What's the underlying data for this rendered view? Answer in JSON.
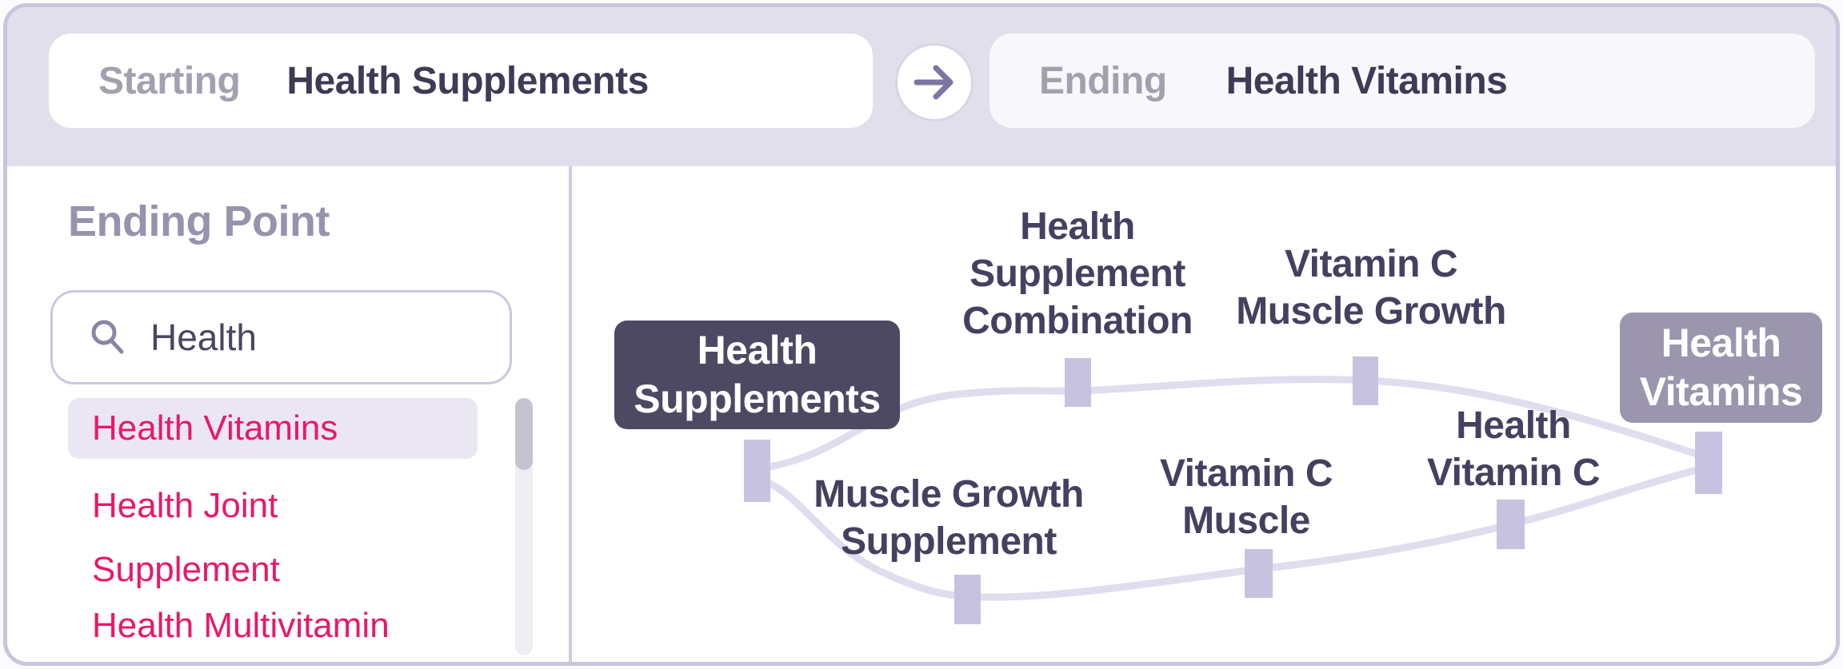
{
  "header": {
    "starting_label": "Starting",
    "starting_value": "Health Supplements",
    "ending_label": "Ending",
    "ending_value": "Health Vitamins",
    "swap_icon": "arrow-right-icon"
  },
  "sidebar": {
    "title": "Ending Point",
    "search": {
      "icon": "search-icon",
      "value": "Health"
    },
    "items": [
      {
        "label": "Health Vitamins",
        "selected": true
      },
      {
        "label": "Health Joint Supplement",
        "selected": false
      },
      {
        "label": "Health Multivitamin",
        "selected": false
      }
    ]
  },
  "graph": {
    "start_node": {
      "label": "Health\nSupplements"
    },
    "end_node": {
      "label": "Health\nVitamins"
    },
    "waypoints": [
      {
        "label": "Health\nSupplement\nCombination"
      },
      {
        "label": "Vitamin C\nMuscle Growth"
      },
      {
        "label": "Muscle Growth\nSupplement"
      },
      {
        "label": "Vitamin C\nMuscle"
      },
      {
        "label": "Health\nVitamin C"
      }
    ],
    "paths": [
      {
        "name": "top",
        "nodes": [
          "Health Supplements",
          "Health Supplement Combination",
          "Vitamin C Muscle Growth",
          "Health Vitamins"
        ]
      },
      {
        "name": "bottom",
        "nodes": [
          "Health Supplements",
          "Muscle Growth Supplement",
          "Vitamin C Muscle",
          "Health Vitamin C",
          "Health Vitamins"
        ]
      }
    ]
  },
  "colors": {
    "header_bg": "#E2DFEC",
    "card_border": "#C9C5DC",
    "start_node_bg": "#4E4963",
    "end_node_bg": "#9B96AD",
    "tick": "#C7C2DF",
    "edge": "#E0DDEE",
    "label_text": "#464060",
    "accent_pink": "#E8186A",
    "selected_item_bg": "#EAE7F3",
    "sidebar_title": "#9793AD"
  }
}
